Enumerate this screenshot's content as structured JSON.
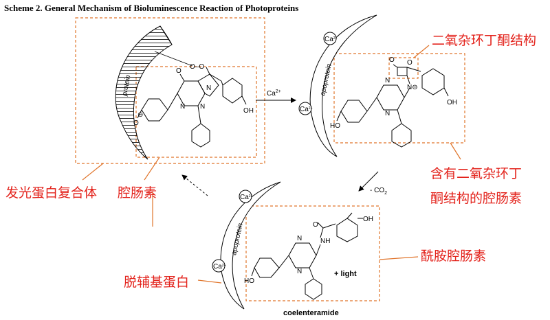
{
  "title": "Scheme 2. General Mechanism of Bioluminescence Reaction of Photoproteins",
  "labels": {
    "photoprotein_complex": "发光蛋白复合体",
    "coelenterazine": "腔肠素",
    "dioxetanone_structure": "二氧杂环丁酮结构",
    "coelenterazine_dioxetanone": [
      "含有二氧杂环丁",
      "酮结构的腔肠素"
    ],
    "amide_coelenterazine": "酰胺腔肠素",
    "apophotoprotein": "脱辅基蛋白"
  },
  "molecule_1": {
    "protein": "protein",
    "peroxide": "O–O",
    "carbonyl_o": "O",
    "ring_n": "N",
    "ring_n2": "N",
    "ring_n3": "N",
    "phenolate_o": "O",
    "oh": "OH",
    "minus": "⊖"
  },
  "arrow_1": {
    "label": "Ca",
    "sup": "2+"
  },
  "molecule_2": {
    "protein": "apoprotein",
    "ca_top": "Ca",
    "ca_bottom": "Ca",
    "ca_sup": "2+",
    "ring_n": "N",
    "ring_n2": "N",
    "n_minus": "N",
    "o1": "O",
    "o2": "O",
    "ho": "HO",
    "oh": "OH",
    "minus": "⊖"
  },
  "arrow_2": {
    "label": "- CO",
    "sub": "2"
  },
  "molecule_3": {
    "protein": "apoprotein",
    "ca_top": "Ca",
    "ca_bottom": "Ca",
    "ca_sup": "2+",
    "o": "O",
    "nh": "NH",
    "ring_n": "N",
    "ring_n2": "N",
    "ho": "HO",
    "oh": "OH",
    "light": "+ light",
    "name": "coelenteramide"
  },
  "colors": {
    "box": "#e0742a",
    "label": "#e3231c",
    "line": "#000000"
  }
}
